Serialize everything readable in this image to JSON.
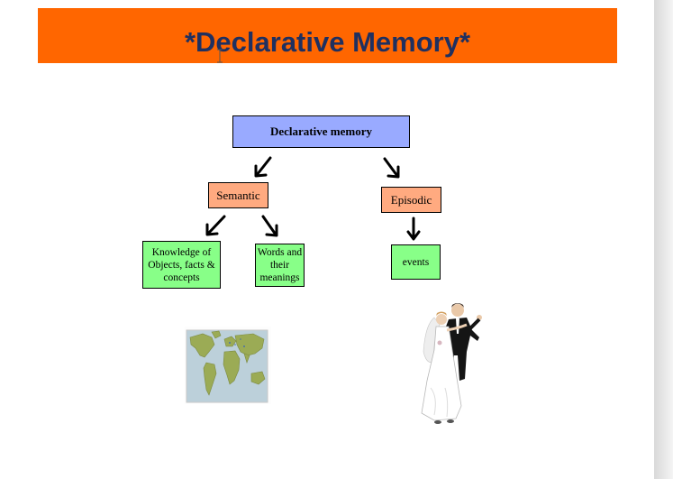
{
  "slide": {
    "title": "*Declarative Memory*"
  },
  "diagram": {
    "root": "Declarative memory",
    "semantic": "Semantic",
    "episodic": "Episodic",
    "knowledge": [
      "Knowledge of",
      "Objects, facts &",
      "concepts"
    ],
    "words": [
      "Words and",
      "their",
      "meanings"
    ],
    "events": "events"
  },
  "images": {
    "map": "world-map",
    "dancers": "dancing-couple"
  },
  "colors": {
    "title_bar": "#ff6600",
    "title_text": "#1f3060",
    "root_box": "#99aaff",
    "category_box": "#ffaa80",
    "leaf_box": "#88ff88"
  }
}
